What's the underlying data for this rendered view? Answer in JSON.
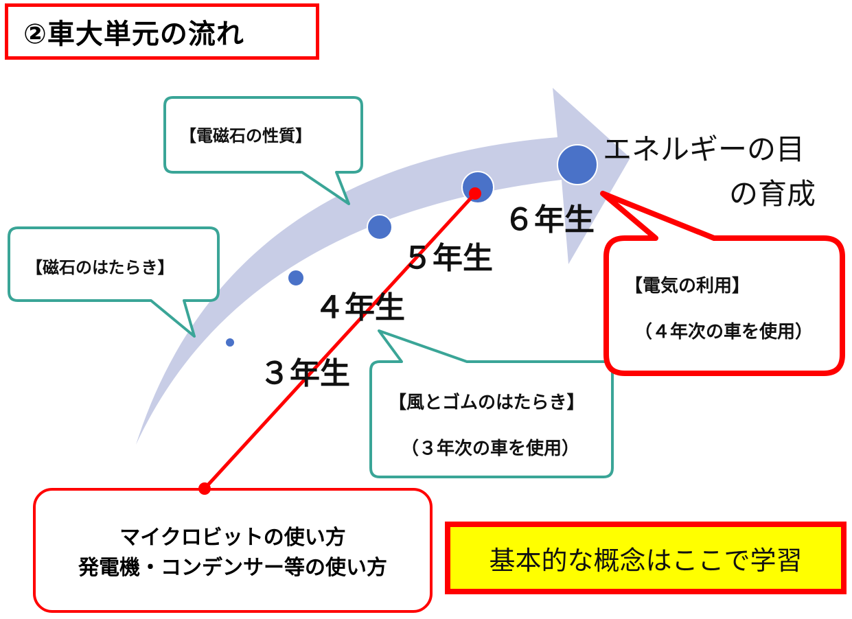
{
  "title": "②車大単元の流れ",
  "callouts": {
    "electromagnet": "【電磁石の性質】",
    "magnet": "【磁石のはたらき】",
    "wind_rubber": "【風とゴムのはたらき】",
    "wind_rubber_note": "（３年次の車を使用）",
    "electricity": "【電気の利用】",
    "electricity_note": "（４年次の車を使用）"
  },
  "grades": {
    "g3": "３年生",
    "g4": "４年生",
    "g5": "５年生",
    "g6": "６年生"
  },
  "goal": {
    "line1": "エネルギーの目",
    "line2": "の育成"
  },
  "microbit_box": {
    "line1": "マイクロビットの使い方",
    "line2": "発電機・コンデンサー等の使い方"
  },
  "concept_box": "基本的な概念はここで学習",
  "colors": {
    "arrow": "#c8cde6",
    "dot": "#4a72c8",
    "teal": "#3aa597",
    "red": "#ff0000",
    "yellow": "#ffff00"
  }
}
